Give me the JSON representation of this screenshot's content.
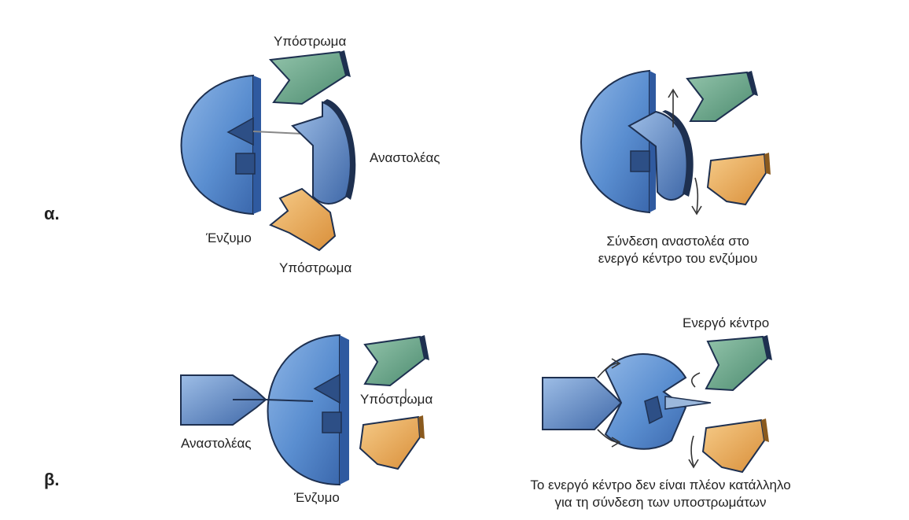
{
  "colors": {
    "enzyme": "#5a8ed0",
    "enzyme_dark": "#2f5aa0",
    "inhibitor": "#4f7ab6",
    "substrate_green": "#5f9f83",
    "substrate_orange": "#e6a556",
    "outline": "#1e3050"
  },
  "panel_a": {
    "letter": "α.",
    "substrate_top_label": "Υπόστρωμα",
    "inhibitor_label": "Αναστολέας",
    "enzyme_label": "Ένζυμο",
    "substrate_bottom_label": "Υπόστρωμα",
    "caption_line1": "Σύνδεση αναστολέα στο",
    "caption_line2": "ενεργό κέντρο του ενζύμου"
  },
  "panel_b": {
    "letter": "β.",
    "substrate_label": "Υπόστρωμα",
    "inhibitor_label": "Αναστολέας",
    "enzyme_label": "Ένζυμο",
    "active_site_label": "Ενεργό κέντρο",
    "caption_line1": "Το ενεργό κέντρο δεν είναι πλέον κατάλληλο",
    "caption_line2": "για τη σύνδεση των υποστρωμάτων"
  }
}
